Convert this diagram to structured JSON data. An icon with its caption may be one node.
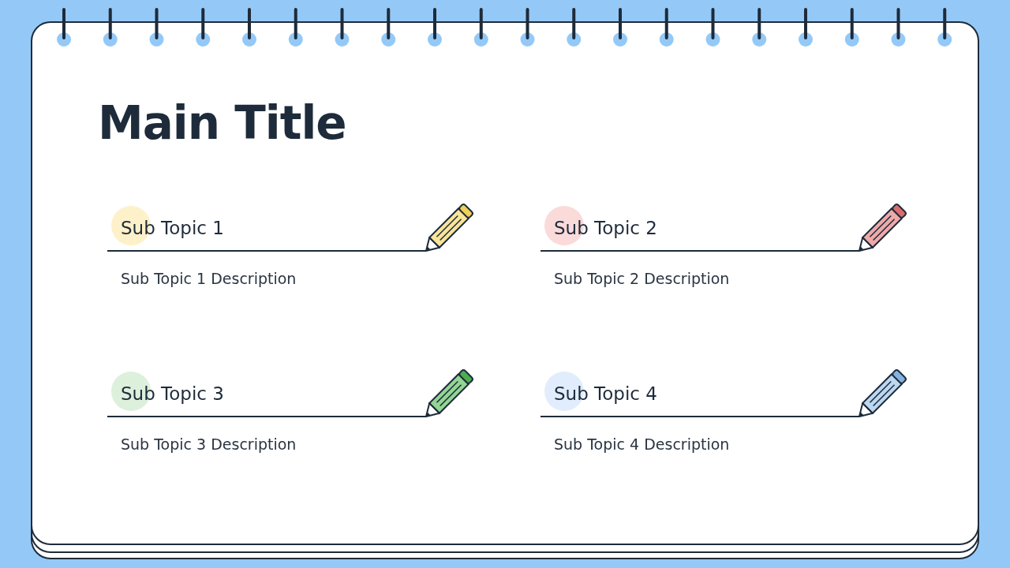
{
  "diagram": {
    "title": "Main Title",
    "labels": [
      "Sub Topic 1",
      "Sub Topic 1 Description",
      "Sub Topic 2",
      "Sub Topic 2 Description",
      "Sub Topic 3",
      "Sub Topic 3 Description",
      "Sub Topic 4",
      "Sub Topic 4 Description"
    ]
  }
}
